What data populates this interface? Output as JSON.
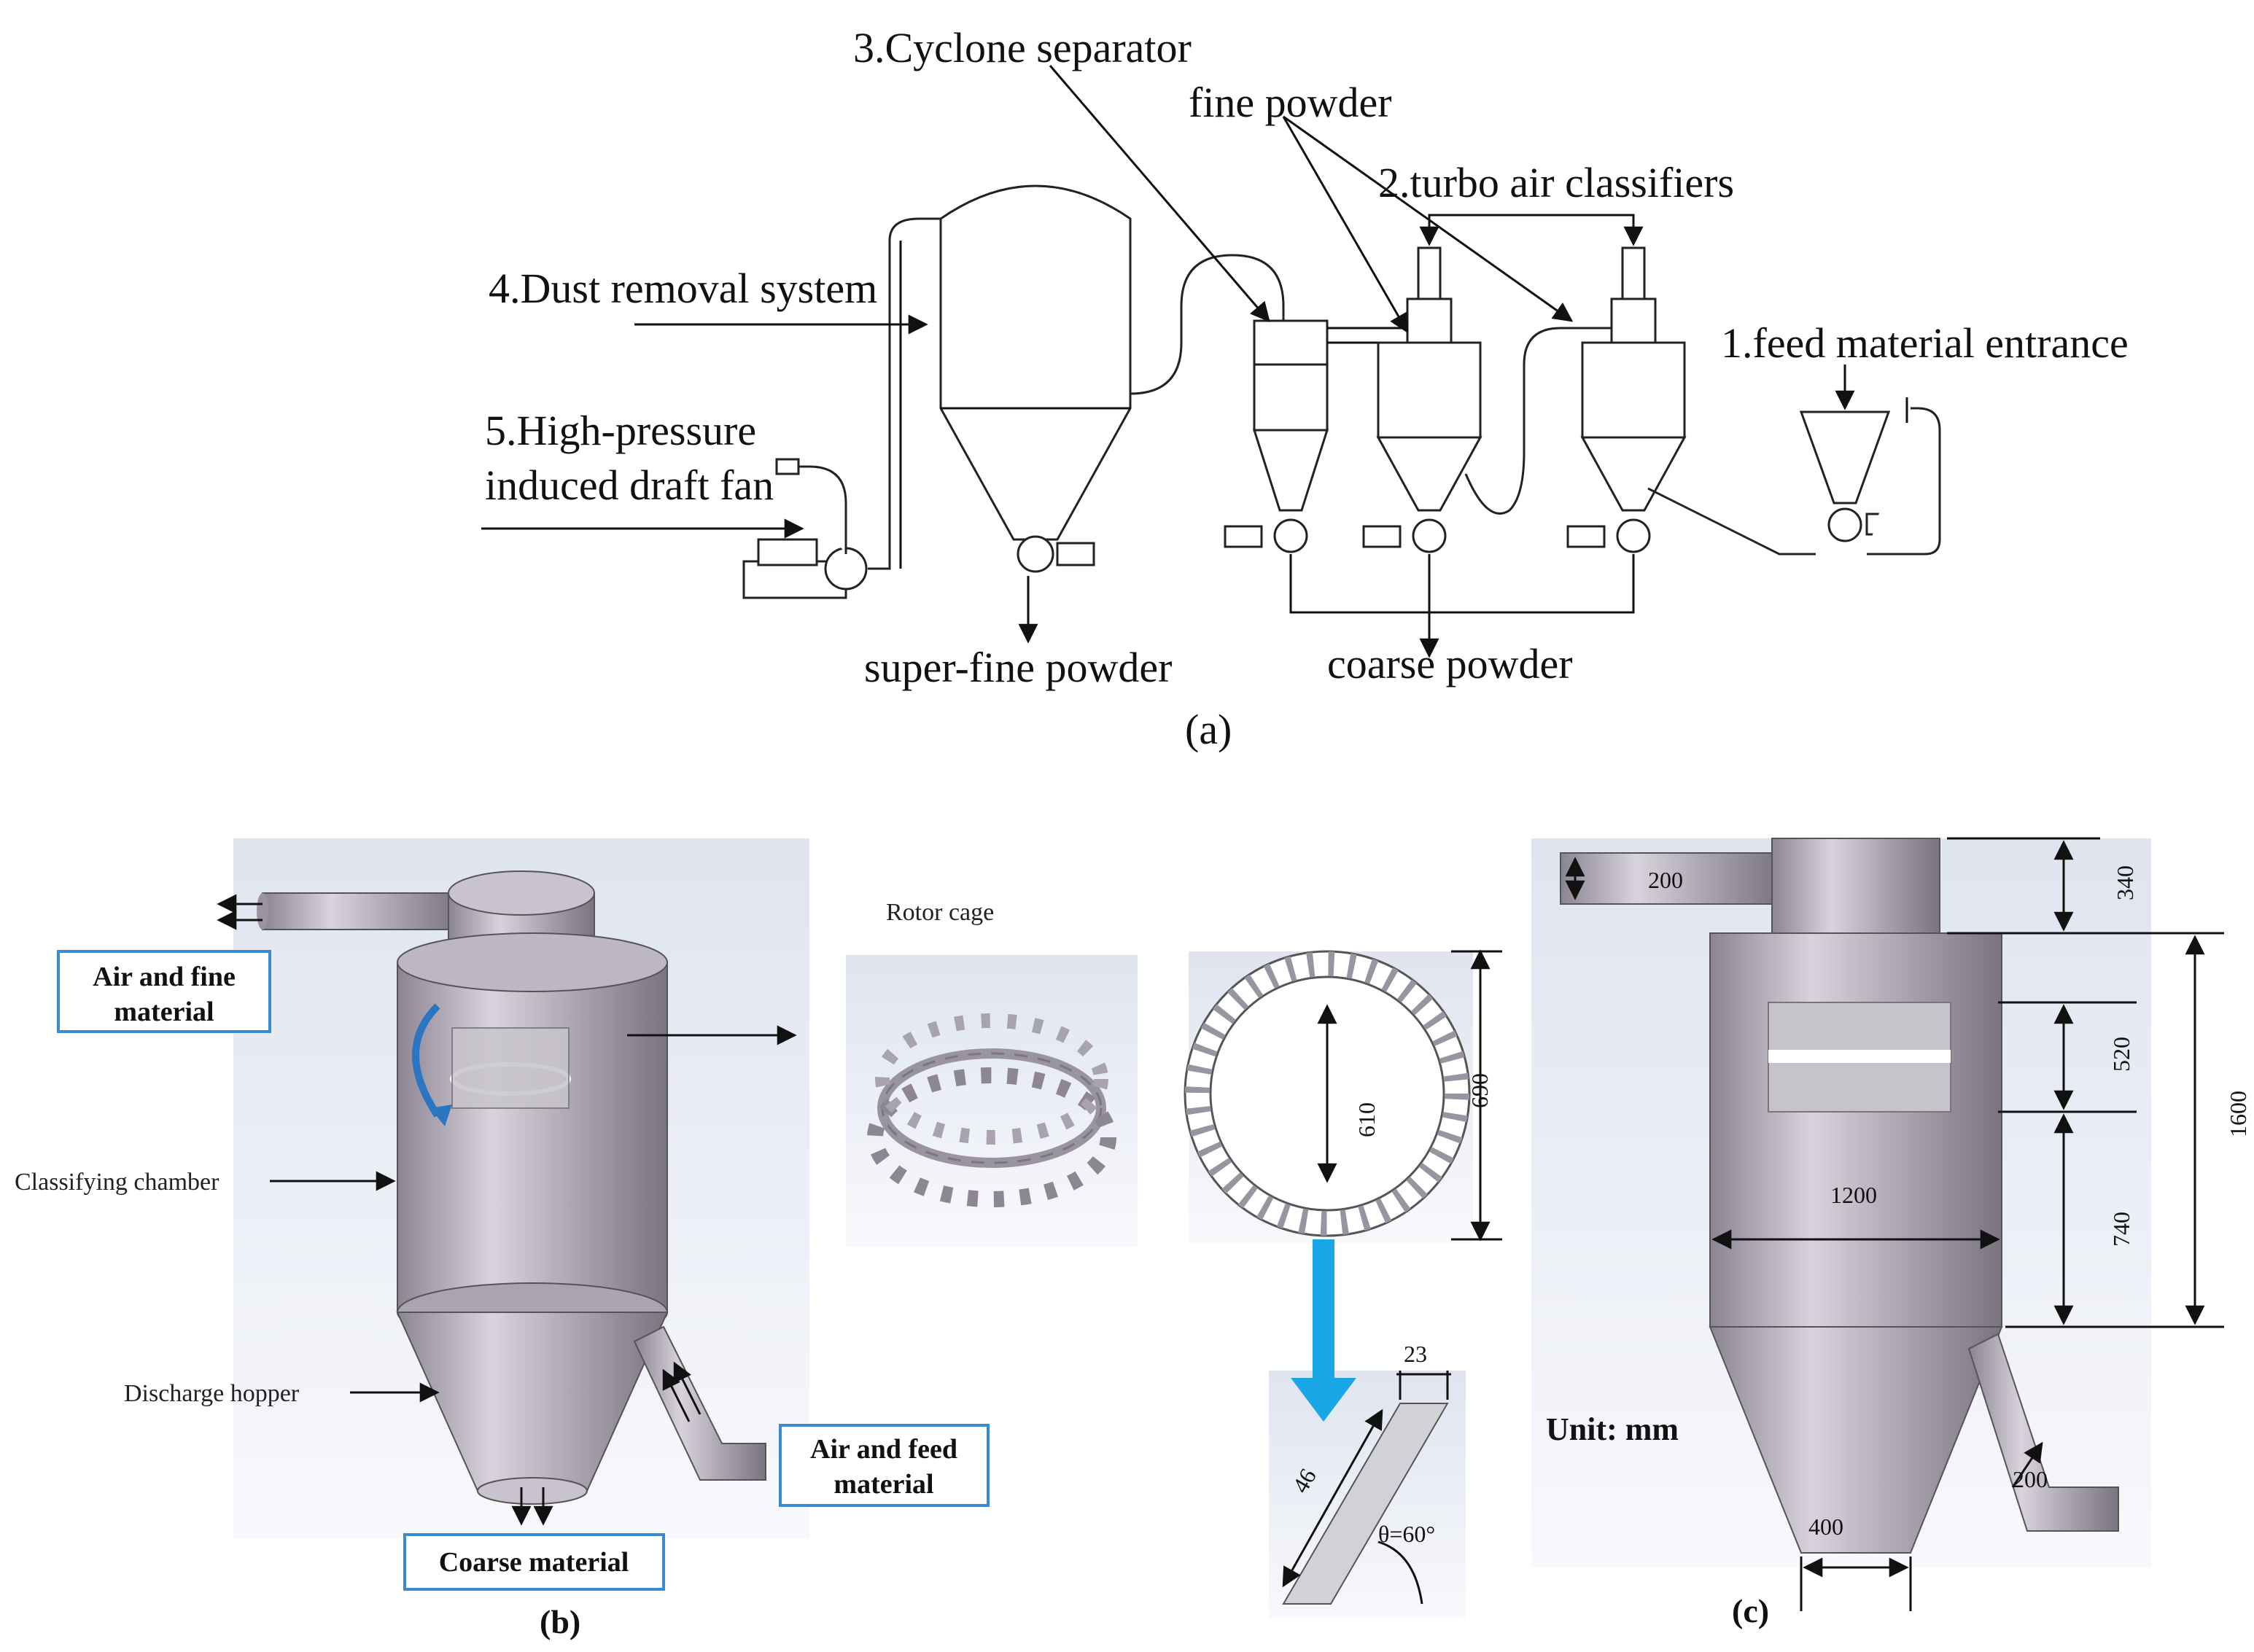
{
  "panel_a": {
    "label": "(a)",
    "callouts": {
      "cyclone": "3.Cyclone separator",
      "fine_powder": "fine powder",
      "turbo": "2.turbo air classifiers",
      "dust": "4.Dust removal system",
      "feed": "1.feed material entrance",
      "fan_line1": "5.High-pressure",
      "fan_line2": "induced draft fan",
      "superfine": "super-fine powder",
      "coarse": "coarse powder"
    }
  },
  "panel_b": {
    "label": "(b)",
    "box_air_fine_l1": "Air and fine",
    "box_air_fine_l2": "material",
    "box_air_feed_l1": "Air and feed",
    "box_air_feed_l2": "material",
    "box_coarse": "Coarse material",
    "rotor_cage": "Rotor cage",
    "classifying_chamber": "Classifying chamber",
    "discharge_hopper": "Discharge hopper",
    "dims": {
      "d610": "610",
      "d690": "690",
      "d23": "23",
      "d46": "46",
      "theta": "θ=60°"
    }
  },
  "panel_c": {
    "label": "(c)",
    "unit": "Unit: mm",
    "dims": {
      "pipe_top": "200",
      "h340": "340",
      "h520": "520",
      "h1600": "1600",
      "h740": "740",
      "w1200": "1200",
      "pipe_feed": "200",
      "w400": "400"
    }
  },
  "colors": {
    "accent_blue": "#19a6e6",
    "box_border": "#3a8ad0"
  }
}
